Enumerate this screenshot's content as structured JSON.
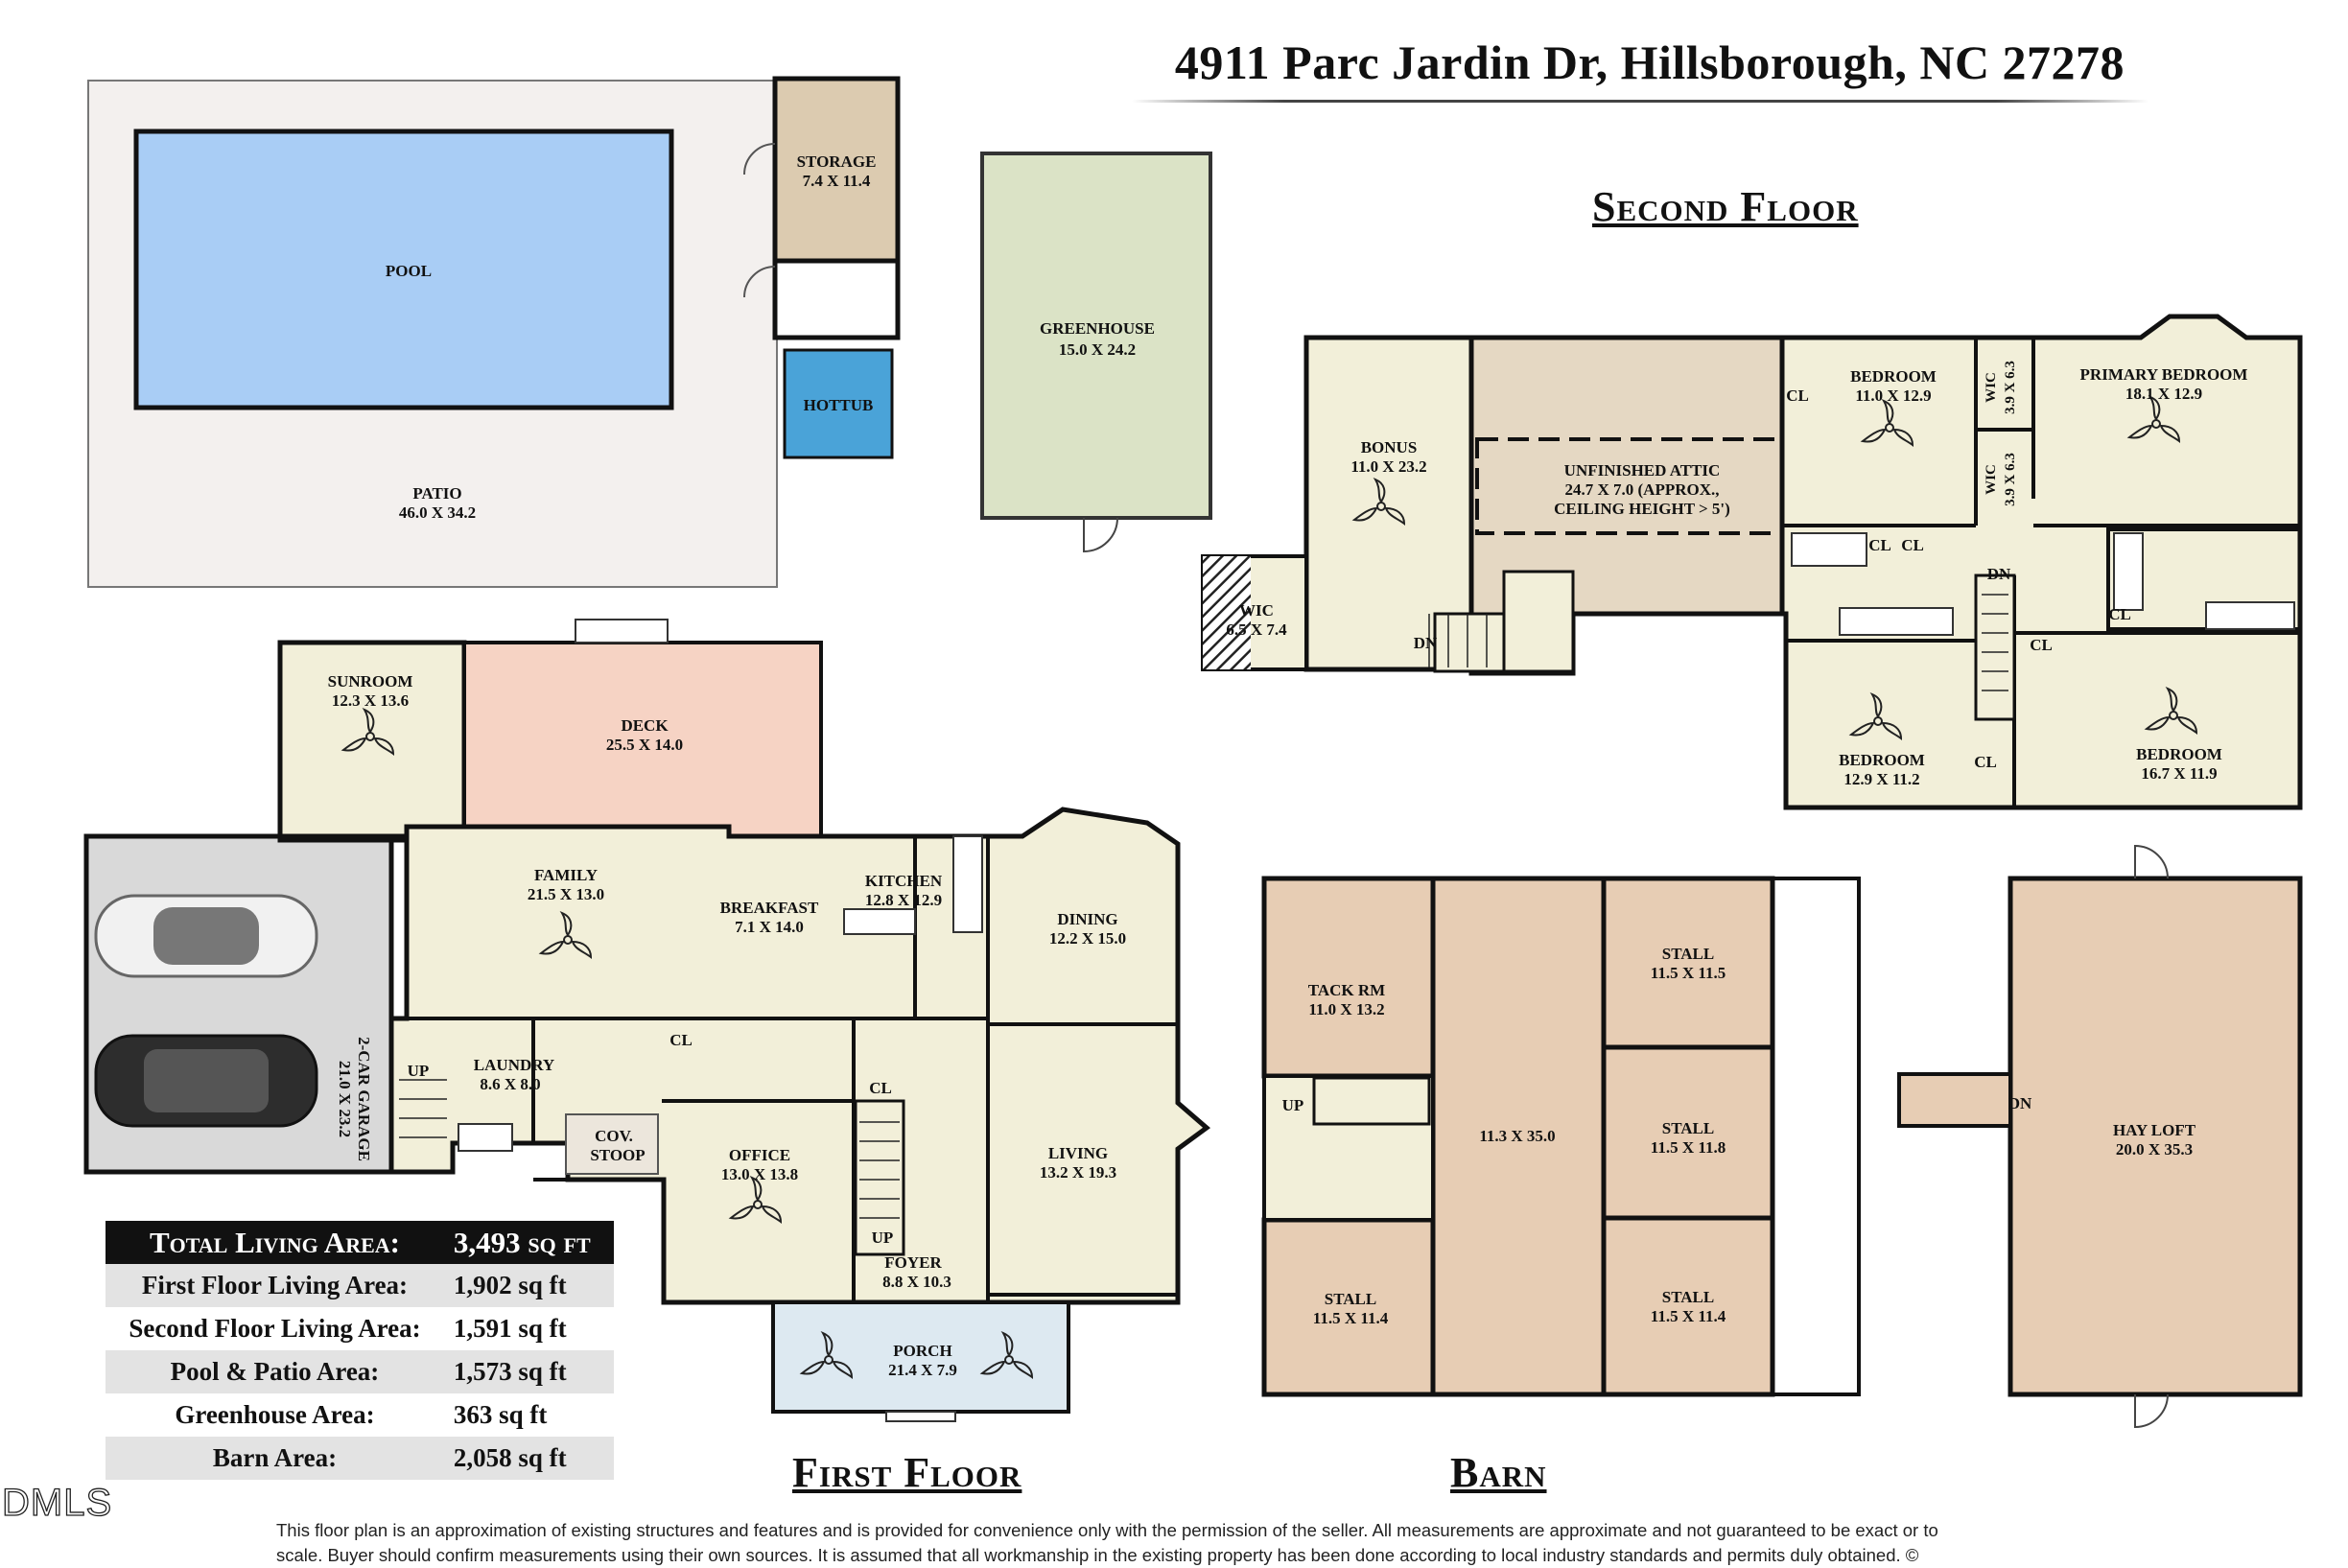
{
  "header": {
    "address": "4911 Parc Jardin Dr, Hillsborough, NC 27278"
  },
  "floors": {
    "second": "Second Floor",
    "first": "First Floor",
    "barn": "Barn"
  },
  "rooms": {
    "pool": "POOL",
    "storage": "STORAGE",
    "storage_dim": "7.4 X 11.4",
    "hottub": "HOTTUB",
    "patio": "PATIO",
    "patio_dim": "46.0 X 34.2",
    "greenhouse": "GREENHOUSE",
    "greenhouse_dim": "15.0 X 24.2",
    "bonus": "BONUS",
    "bonus_dim": "11.0 X 23.2",
    "wic_left": "WIC",
    "wic_left_dim": "6.5 X 7.4",
    "attic": "UNFINISHED ATTIC",
    "attic_dim": "24.7 X 7.0 (APPROX.,",
    "attic_note": "CEILING HEIGHT > 5')",
    "bedroom1": "BEDROOM",
    "bedroom1_dim": "11.0 X 12.9",
    "wic_a": "WIC",
    "wic_a_dim": "3.9 X 6.3",
    "wic_b": "WIC",
    "wic_b_dim": "3.9 X 6.3",
    "primary": "PRIMARY BEDROOM",
    "primary_dim": "18.1 X 12.9",
    "bedroom2": "BEDROOM",
    "bedroom2_dim": "12.9 X 11.2",
    "bedroom3": "BEDROOM",
    "bedroom3_dim": "16.7 X 11.9",
    "cl": "CL",
    "dn": "DN",
    "up": "UP",
    "sunroom": "SUNROOM",
    "sunroom_dim": "12.3 X 13.6",
    "deck": "DECK",
    "deck_dim": "25.5 X 14.0",
    "family": "FAMILY",
    "family_dim": "21.5 X 13.0",
    "breakfast": "BREAKFAST",
    "breakfast_dim": "7.1 X 14.0",
    "kitchen": "KITCHEN",
    "kitchen_dim": "12.8 X 12.9",
    "dining": "DINING",
    "dining_dim": "12.2 X 15.0",
    "garage": "2-CAR GARAGE",
    "garage_dim": "21.0 X 23.2",
    "laundry": "LAUNDRY",
    "laundry_dim": "8.6 X 8.0",
    "cov": "COV.",
    "stoop": "STOOP",
    "office": "OFFICE",
    "office_dim": "13.0 X 13.8",
    "foyer": "FOYER",
    "foyer_dim": "8.8 X 10.3",
    "living": "LIVING",
    "living_dim": "13.2 X 19.3",
    "porch": "PORCH",
    "porch_dim": "21.4 X 7.9",
    "tack": "TACK RM",
    "tack_dim": "11.0 X 13.2",
    "aisle_dim": "11.3 X 35.0",
    "stall": "STALL",
    "stall1_dim": "11.5 X 11.5",
    "stall2_dim": "11.5 X 11.8",
    "stall3_dim": "11.5 X 11.4",
    "stall4_dim": "11.5 X 11.4",
    "hayloft": "HAY LOFT",
    "hayloft_dim": "20.0 X 35.3"
  },
  "areas": {
    "total_label": "Total Living Area:",
    "total_value": "3,493 sq ft",
    "rows": [
      {
        "label": "First Floor Living Area:",
        "value": "1,902 sq ft"
      },
      {
        "label": "Second Floor Living Area:",
        "value": "1,591 sq ft"
      },
      {
        "label": "Pool & Patio Area:",
        "value": "1,573 sq ft"
      },
      {
        "label": "Greenhouse Area:",
        "value": "363 sq ft"
      },
      {
        "label": "Barn Area:",
        "value": "2,058 sq ft"
      }
    ]
  },
  "colors": {
    "living": "#f2efd9",
    "wall": "#111111",
    "pool": "#a9cdf5",
    "hottub": "#4aa3d8",
    "storage": "#dccbb0",
    "greenhouse": "#dbe3c6",
    "attic": "#e5d8c3",
    "deck": "#f6d3c4",
    "barn": "#e7cdb4",
    "garage": "#d9d9d9",
    "porch": "#dde9f1"
  },
  "watermark": "DMLS",
  "disclaimer_line1": "This floor plan is an approximation of existing structures and features and is provided for convenience only with the permission of the seller.  All measurements are approximate and not guaranteed to be exact or to",
  "disclaimer_line2": "scale.  Buyer should confirm measurements using their own sources.  It is assumed that all workmanship in the existing property has been done according to local industry standards and permits duly obtained.  ©"
}
